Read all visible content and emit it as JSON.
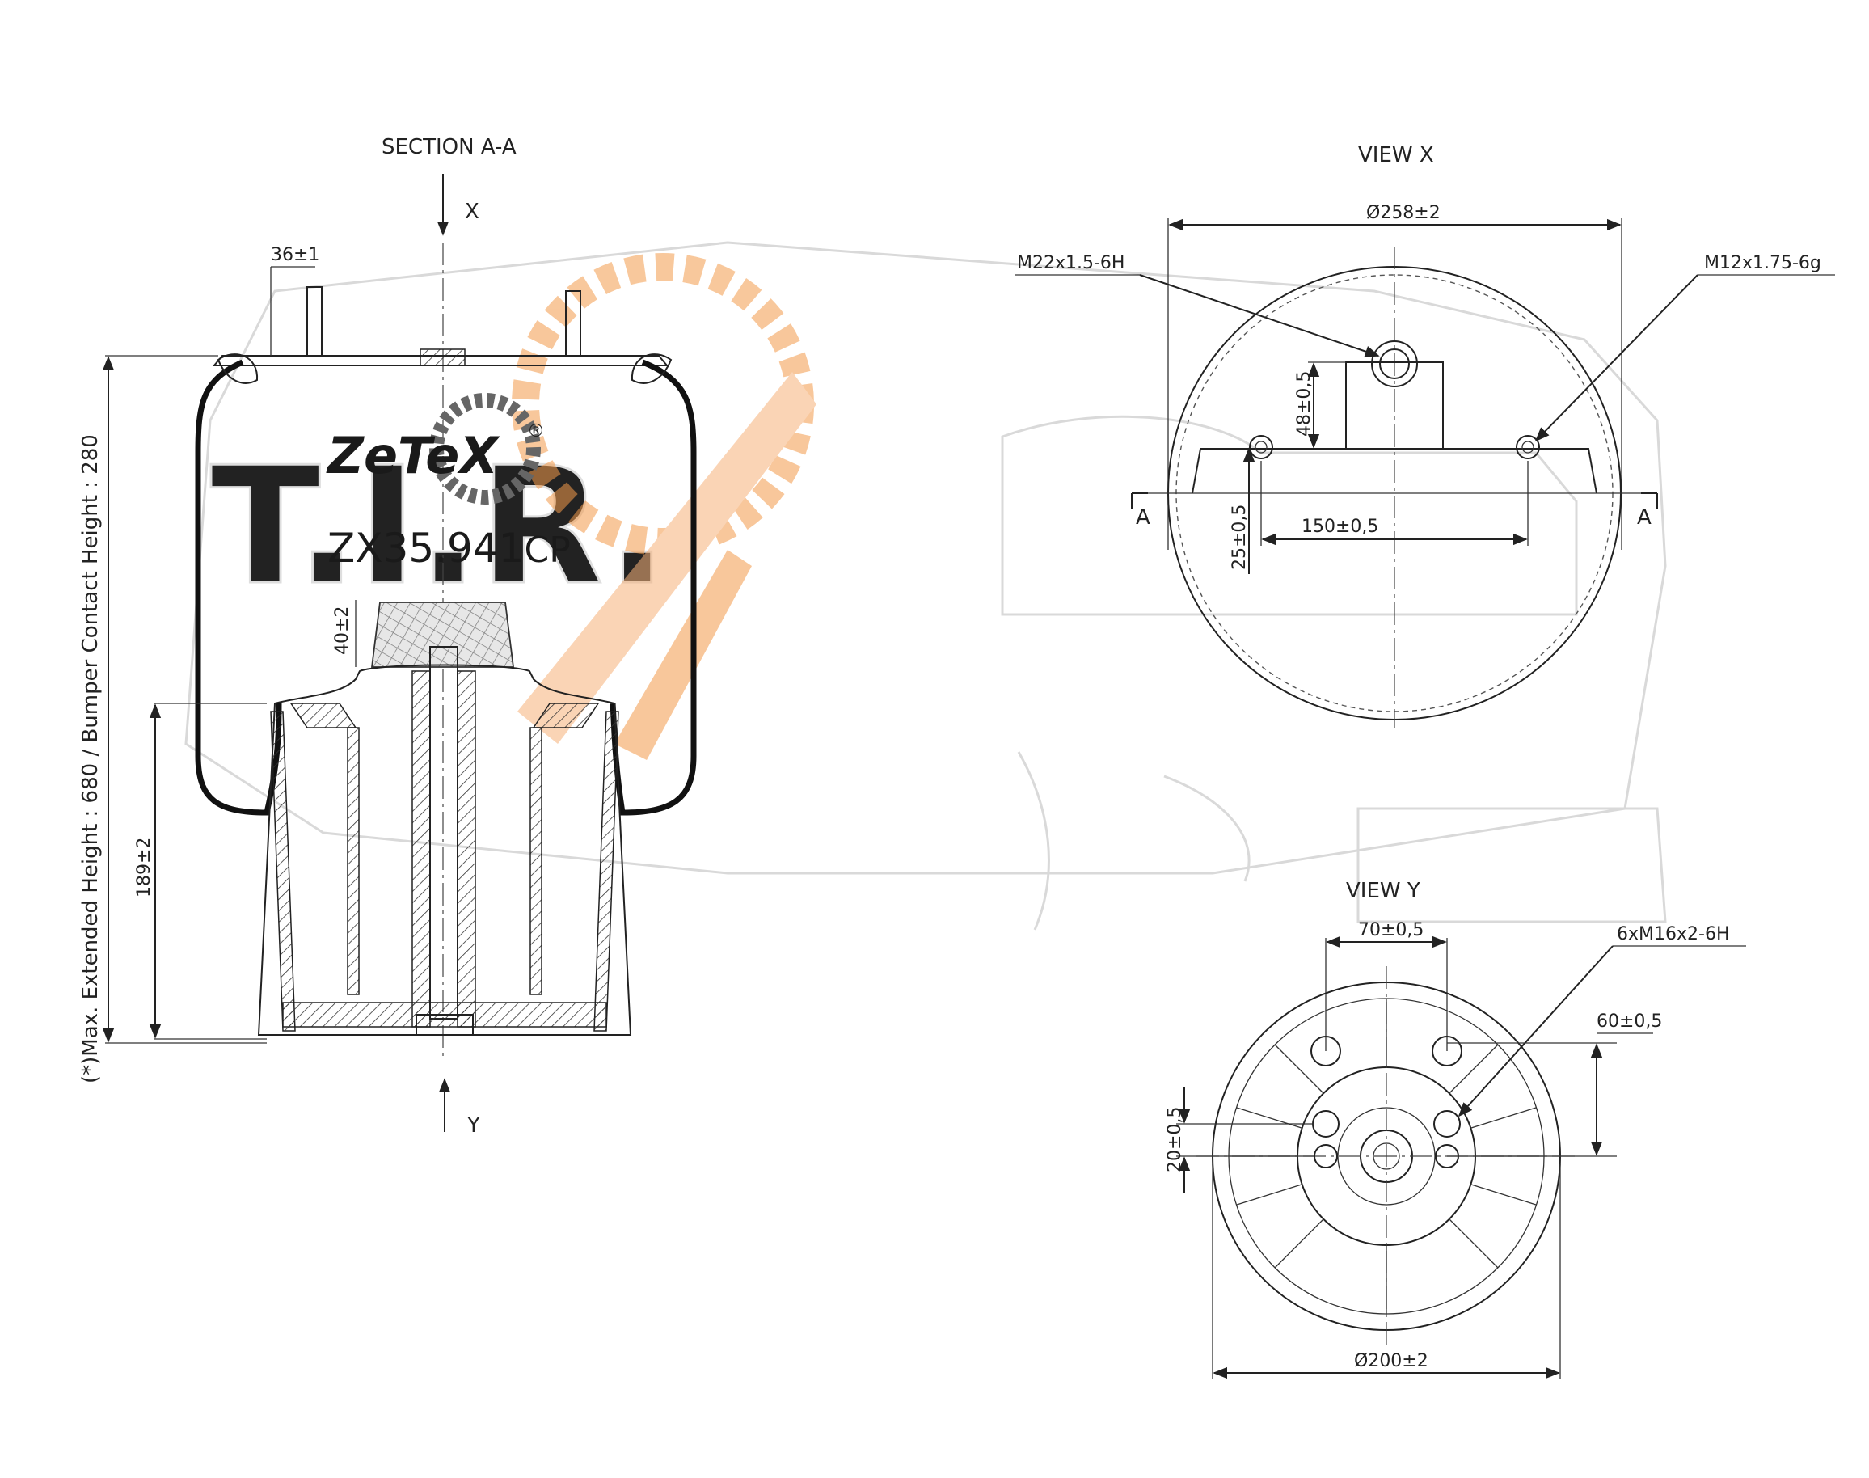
{
  "section": {
    "title": "SECTION A-A",
    "arrow_top": "X",
    "arrow_bottom": "Y",
    "stud_offset": "36±1",
    "bumper_height": "40±2",
    "piston_height": "189±2",
    "height_note": "(*)Max. Extended Height : 680 / Bumper Contact Height : 280"
  },
  "logo": {
    "brand": "ZeTeX",
    "registered": "®",
    "model_number": "ZX35.941",
    "model_suffix": "CP"
  },
  "view_x": {
    "title": "VIEW X",
    "diameter": "Ø258±2",
    "thread_left": "M22x1.5-6H",
    "thread_right": "M12x1.75-6g",
    "offset_vertical": "48±0,5",
    "offset_lower": "25±0,5",
    "stud_spacing": "150±0,5",
    "section_mark_left": "A",
    "section_mark_right": "A"
  },
  "view_y": {
    "title": "VIEW Y",
    "hole_spacing": "70±0,5",
    "threads": "6xM16x2-6H",
    "vertical_spacing": "60±0,5",
    "small_spacing": "20±0,5",
    "diameter": "Ø200±2"
  },
  "colors": {
    "line": "#222222",
    "watermark": "#f39a4a",
    "background_art": "#d9d9d9"
  }
}
